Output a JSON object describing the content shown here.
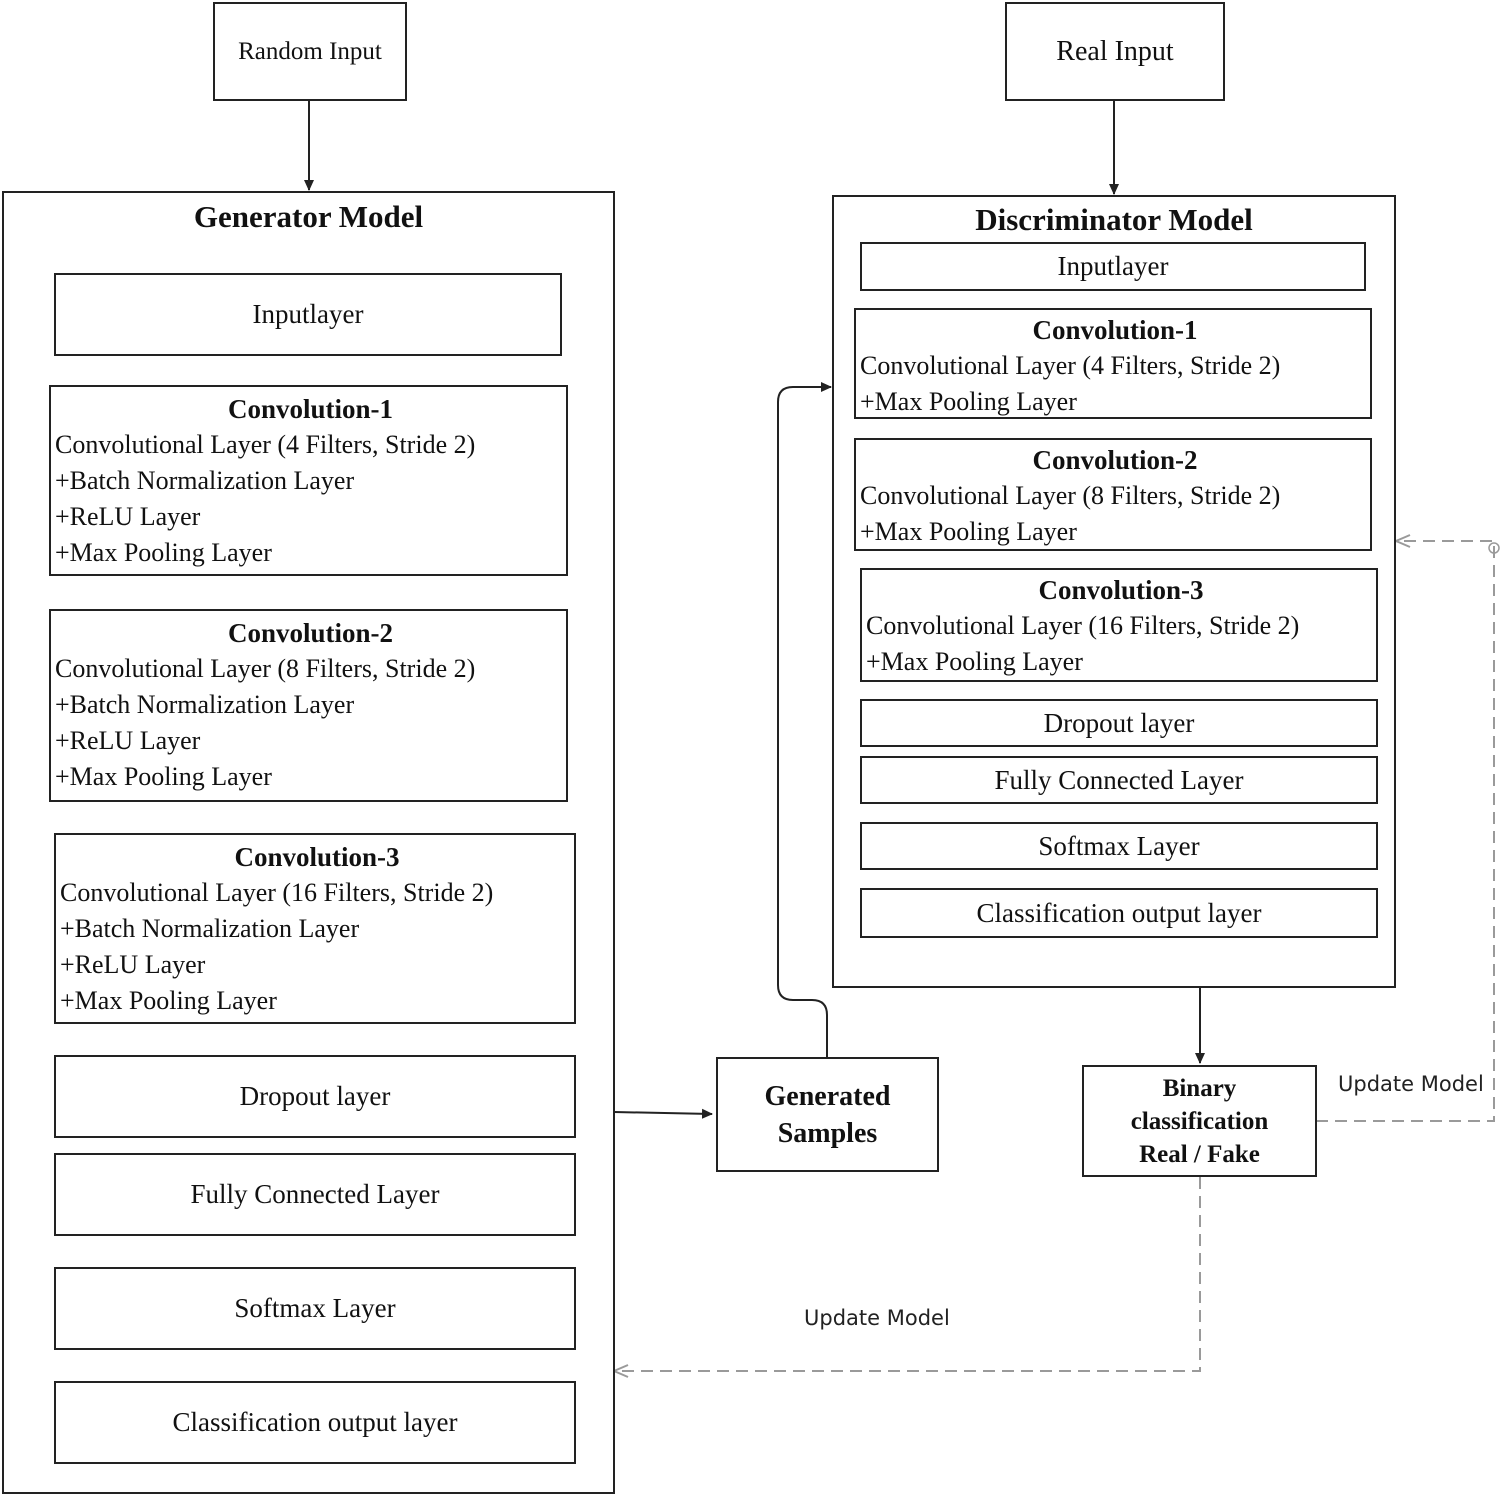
{
  "inputs": {
    "random": "Random Input",
    "real": "Real Input"
  },
  "generator": {
    "title": "Generator Model",
    "input_layer": "Inputlayer",
    "conv1": {
      "title": "Convolution-1",
      "lines": [
        "Convolutional Layer (4 Filters, Stride 2)",
        "+Batch Normalization Layer",
        "+ReLU Layer",
        "+Max Pooling Layer"
      ]
    },
    "conv2": {
      "title": "Convolution-2",
      "lines": [
        "Convolutional Layer (8 Filters, Stride 2)",
        "+Batch Normalization Layer",
        "+ReLU Layer",
        "+Max Pooling Layer"
      ]
    },
    "conv3": {
      "title": "Convolution-3",
      "lines": [
        "Convolutional Layer (16 Filters, Stride 2)",
        "+Batch Normalization Layer",
        "+ReLU Layer",
        "+Max Pooling Layer"
      ]
    },
    "dropout": "Dropout layer",
    "fully_connected": "Fully Connected Layer",
    "softmax": "Softmax Layer",
    "classification": "Classification output layer"
  },
  "discriminator": {
    "title": "Discriminator Model",
    "input_layer": "Inputlayer",
    "conv1": {
      "title": "Convolution-1",
      "lines": [
        "Convolutional Layer (4 Filters, Stride 2)",
        "+Max Pooling Layer"
      ]
    },
    "conv2": {
      "title": "Convolution-2",
      "lines": [
        "Convolutional Layer (8 Filters, Stride 2)",
        "+Max Pooling Layer"
      ]
    },
    "conv3": {
      "title": "Convolution-3",
      "lines": [
        "Convolutional Layer (16 Filters, Stride 2)",
        "+Max Pooling Layer"
      ]
    },
    "dropout": "Dropout layer",
    "fully_connected": "Fully Connected Layer",
    "softmax": "Softmax Layer",
    "classification": "Classification output layer"
  },
  "generated_samples": [
    "Generated",
    "Samples"
  ],
  "binary_classification": [
    "Binary",
    "classification",
    "Real / Fake"
  ],
  "update_labels": {
    "right": "Update Model",
    "bottom": "Update Model"
  },
  "colors": {
    "line": "#222222",
    "dashed": "#9a9a9a"
  }
}
